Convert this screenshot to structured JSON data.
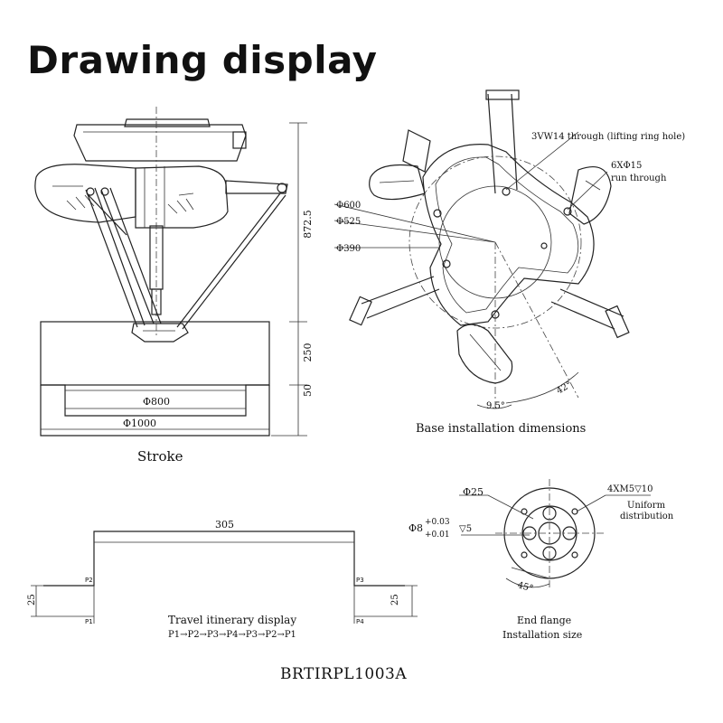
{
  "title": "Drawing display",
  "side_view": {
    "caption": "Stroke",
    "dim_height": "872.5",
    "dim_stroke": "250",
    "dim_bottom": "50",
    "dim_inner": "Φ800",
    "dim_outer": "Φ1000"
  },
  "base_view": {
    "caption": "Base installation dimensions",
    "note_lifting": "3VW14 through (lifting ring hole)",
    "note_holes_1": "6XΦ15",
    "note_holes_2": "run through",
    "dia_600": "Φ600",
    "dia_525": "Φ525",
    "dia_390": "Φ390",
    "angle_small": "9.5°",
    "angle_large": "42°"
  },
  "travel": {
    "caption": "Travel itinerary display",
    "sequence": "P1→P2→P3→P4→P3→P2→P1",
    "width": "305",
    "left_height": "25",
    "right_height": "25",
    "p1": "P1",
    "p2": "P2",
    "p3": "P3",
    "p4": "P4"
  },
  "flange": {
    "caption_1": "End flange",
    "caption_2": "Installation size",
    "dia": "Φ25",
    "pin": "Φ8",
    "tol_upper": "+0.03",
    "tol_lower": "+0.01",
    "pin_depth": "▽5",
    "screws": "4XM5▽10",
    "uniform_1": "Uniform",
    "uniform_2": "distribution",
    "angle": "45°"
  },
  "model": "BRTIRPL1003A"
}
